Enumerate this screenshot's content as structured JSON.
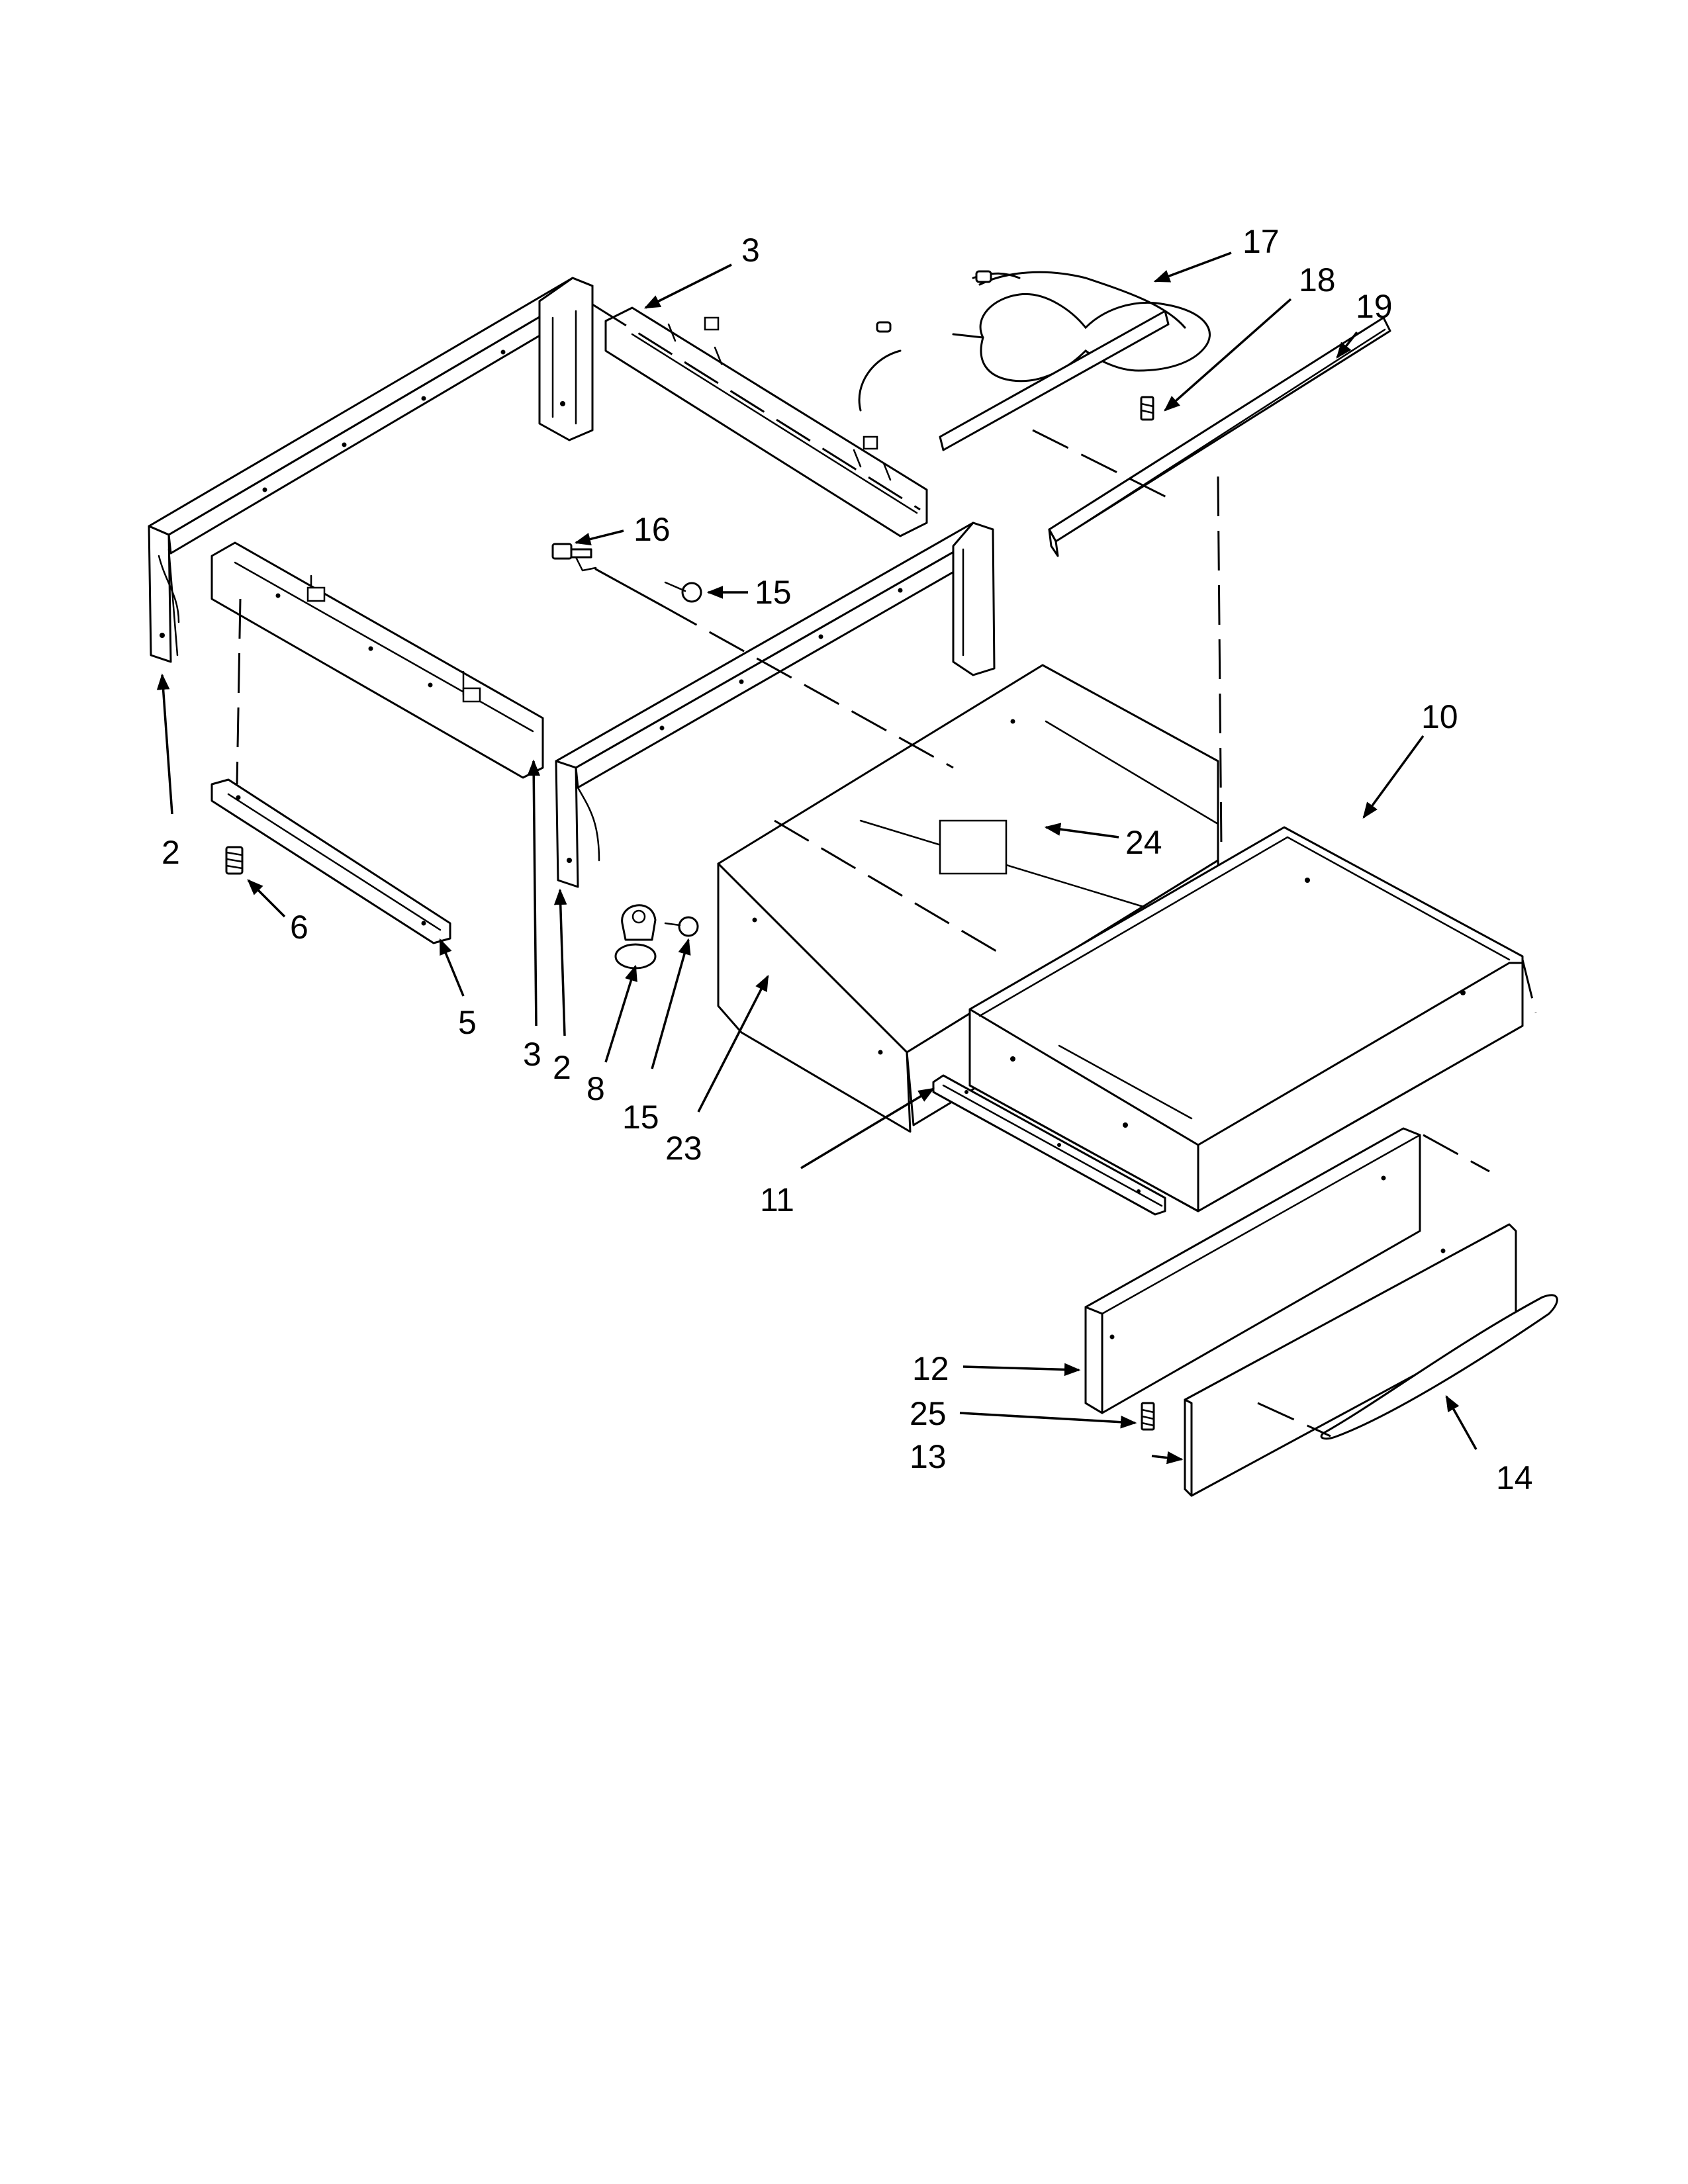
{
  "diagram": {
    "type": "exploded-parts-view",
    "callouts": {
      "c2_left": "2",
      "c2_center": "2",
      "c3_top": "3",
      "c3_center": "3",
      "c5": "5",
      "c6": "6",
      "c8": "8",
      "c10": "10",
      "c11": "11",
      "c12": "12",
      "c13": "13",
      "c14": "14",
      "c15_upper": "15",
      "c15_lower": "15",
      "c16": "16",
      "c17": "17",
      "c18": "18",
      "c19": "19",
      "c23": "23",
      "c24": "24",
      "c25": "25"
    }
  }
}
